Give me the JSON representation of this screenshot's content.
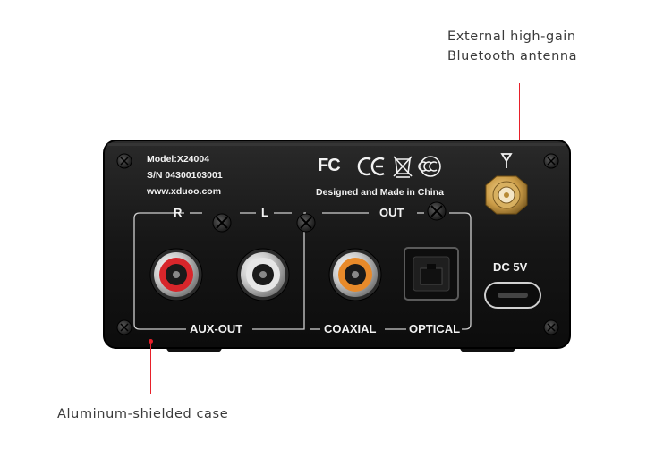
{
  "callouts": {
    "antenna_line1": "External high-gain",
    "antenna_line2": "Bluetooth antenna",
    "case": "Aluminum-shielded case"
  },
  "panel": {
    "model": "Model:X24004",
    "serial": "S/N 04300103001",
    "website": "www.xduoo.com",
    "cert_fc": "FC",
    "cert_ce": "CE",
    "made_in": "Designed and Made in China",
    "label_r": "R",
    "label_l": "L",
    "label_out": "OUT",
    "label_aux_out": "AUX-OUT",
    "label_coaxial": "COAXIAL",
    "label_optical": "OPTICAL",
    "label_dc": "DC 5V"
  },
  "colors": {
    "accent_line": "#e8202a",
    "body": "#1a1a1a",
    "jack_red": "#d8262b",
    "jack_white": "#e6e6e6",
    "jack_orange": "#e88a2a",
    "antenna_gold": "#c99a45"
  }
}
